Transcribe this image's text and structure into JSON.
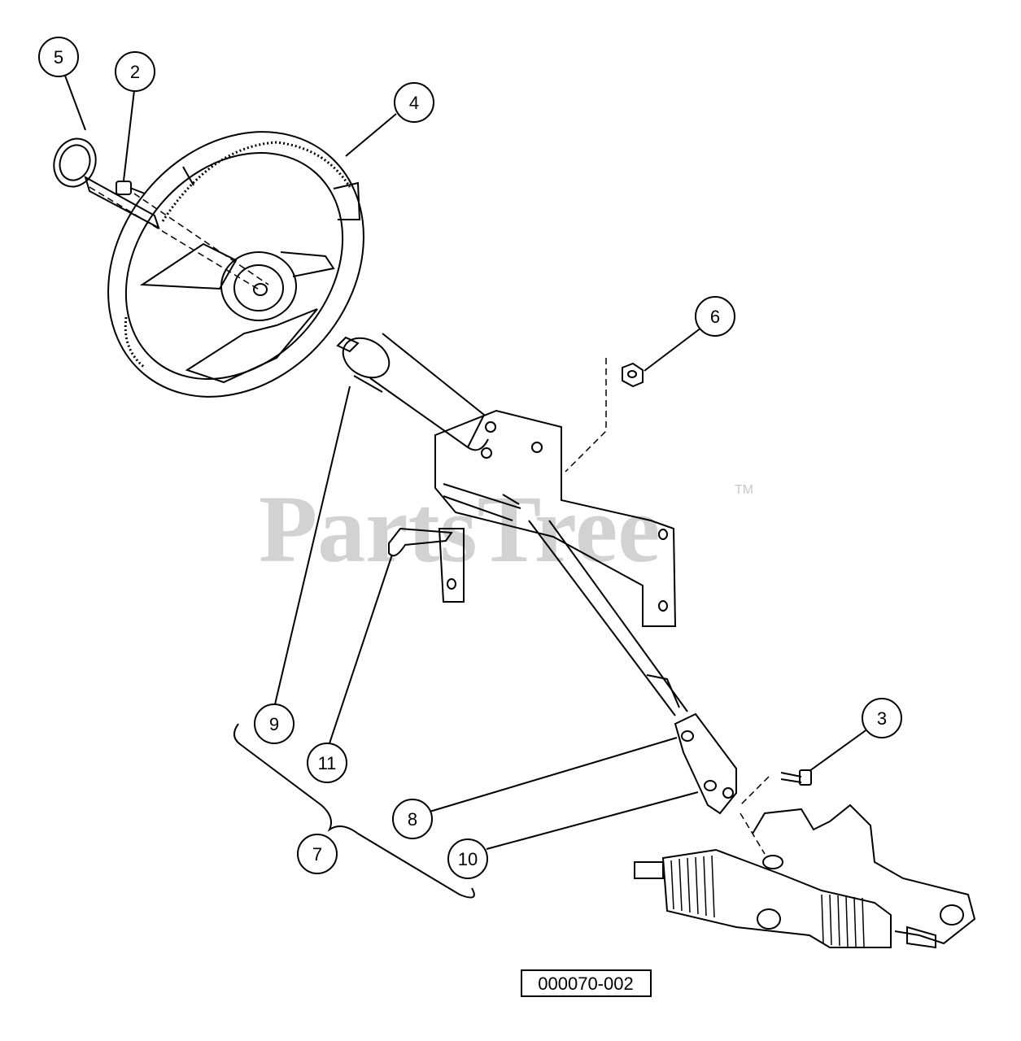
{
  "watermark": {
    "text": "PartsTree",
    "trademark": "TM"
  },
  "figure_number": "000070-002",
  "callouts": [
    {
      "id": "callout-5",
      "label": "5"
    },
    {
      "id": "callout-2",
      "label": "2"
    },
    {
      "id": "callout-4",
      "label": "4"
    },
    {
      "id": "callout-6",
      "label": "6"
    },
    {
      "id": "callout-9",
      "label": "9"
    },
    {
      "id": "callout-11",
      "label": "11"
    },
    {
      "id": "callout-3",
      "label": "3"
    },
    {
      "id": "callout-8",
      "label": "8"
    },
    {
      "id": "callout-7",
      "label": "7"
    },
    {
      "id": "callout-10",
      "label": "10"
    }
  ],
  "colors": {
    "line": "#000000",
    "watermark": "#d2d2d2",
    "background": "#ffffff"
  }
}
